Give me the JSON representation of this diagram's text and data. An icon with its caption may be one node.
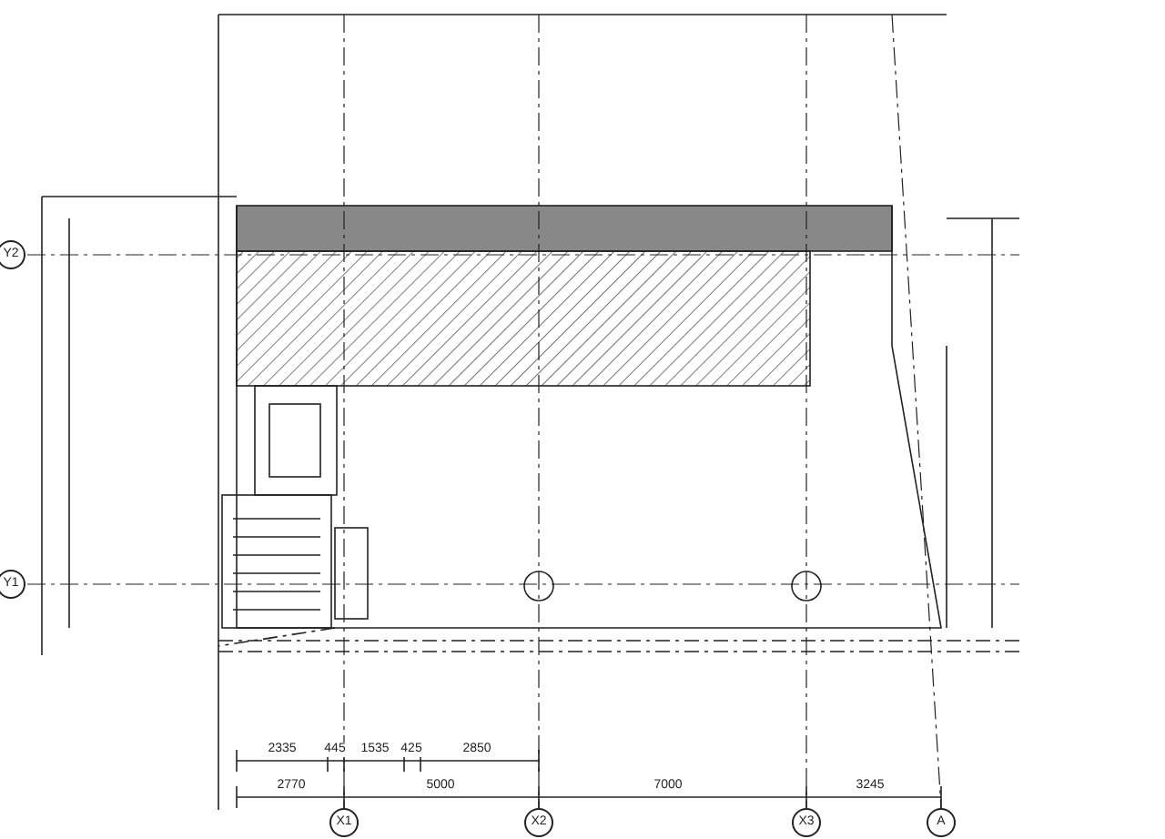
{
  "diagram": {
    "labels": [
      "Y2",
      "Y1",
      "2335",
      "445",
      "1535",
      "425",
      "2850",
      "2770",
      "5000",
      "7000",
      "3245",
      "X1",
      "X2",
      "X3",
      "A"
    ]
  }
}
